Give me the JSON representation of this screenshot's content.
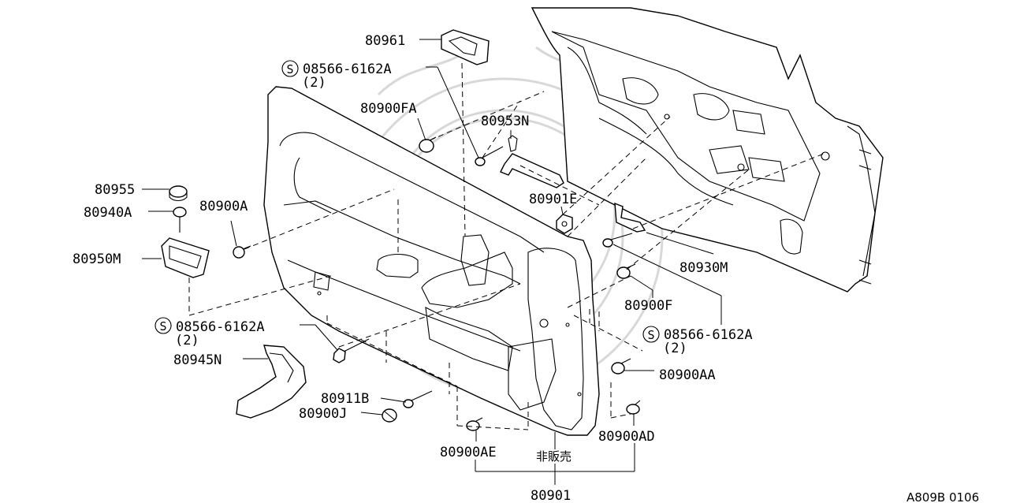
{
  "diagram": {
    "parts": {
      "p80961": "80961",
      "s08566_top": "08566-6162A",
      "s08566_top_qty": "(2)",
      "p80900FA": "80900FA",
      "p80953N": "80953N",
      "p80955": "80955",
      "p80940A": "80940A",
      "p80900A": "80900A",
      "p80901E": "80901E",
      "p80950M": "80950M",
      "p80930M": "80930M",
      "p80900F": "80900F",
      "s08566_left": "08566-6162A",
      "s08566_left_qty": "(2)",
      "s08566_right": "08566-6162A",
      "s08566_right_qty": "(2)",
      "p80945N": "80945N",
      "p80900AA": "80900AA",
      "p80911B": "80911B",
      "p80900J": "80900J",
      "p80900AE": "80900AE",
      "p80900AD": "80900AD",
      "not_for_sale": "非販売",
      "p80901": "80901"
    },
    "s_symbol": "S",
    "reference_code": "A809B 0106"
  }
}
